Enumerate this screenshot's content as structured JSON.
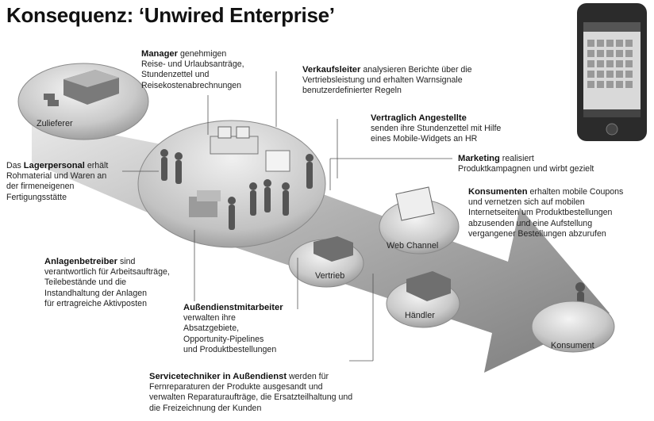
{
  "title": "Konsequenz: ‘Unwired Enterprise’",
  "node_labels": {
    "zulieferer": "Zulieferer",
    "web_channel": "Web Channel",
    "vertrieb": "Vertrieb",
    "haendler": "Händler",
    "konsument": "Konsument"
  },
  "callouts": {
    "manager": {
      "bold": "Manager",
      "first": " genehmigen",
      "lines": [
        "Reise- und Urlaubsanträge,",
        "Stundenzettel und",
        "Reisekostenabrechnungen"
      ]
    },
    "verkaufsleiter": {
      "bold": "Verkaufsleiter",
      "first": " analysieren Berichte über die",
      "lines": [
        "Vertriebsleistung und erhalten Warnsignale",
        "benutzerdefinierter Regeln"
      ]
    },
    "angestellte": {
      "bold": "Vertraglich Angestellte",
      "first": "",
      "lines": [
        "senden ihre Stundenzettel mit Hilfe",
        "eines Mobile-Widgets an HR"
      ]
    },
    "lager": {
      "pre": "Das ",
      "bold": "Lagerpersonal",
      "first": " erhält",
      "lines": [
        "Rohmaterial und Waren an",
        "der firmeneigenen",
        "Fertigungsstätte"
      ]
    },
    "marketing": {
      "bold": "Marketing",
      "first": " realisiert",
      "lines": [
        "Produktkampagnen und wirbt gezielt"
      ]
    },
    "konsumenten": {
      "bold": "Konsumenten",
      "first": " erhalten mobile Coupons",
      "lines": [
        "und vernetzen sich auf mobilen",
        "Internetseiten um Produktbestellungen",
        "abzusenden und eine Aufstellung",
        "vergangener Bestellungen abzurufen"
      ]
    },
    "anlagen": {
      "bold": "Anlagenbetreiber",
      "first": " sind",
      "lines": [
        "verantwortlich für Arbeitsaufträge,",
        "Teilebestände und die",
        "Instandhaltung der Anlagen",
        "für ertragreiche Aktivposten"
      ]
    },
    "aussendienst": {
      "bold": "Außendienstmitarbeiter",
      "first": "",
      "lines": [
        "verwalten ihre",
        "Absatzgebiete,",
        "Opportunity-Pipelines",
        "und Produktbestellungen"
      ]
    },
    "service": {
      "bold": "Servicetechniker in Außendienst",
      "first": " werden für",
      "lines": [
        "Fernreparaturen der Produkte ausgesandt und",
        "verwalten Reparaturaufträge, die Ersatzteilhaltung und",
        "die Freizeichnung der Kunden"
      ]
    }
  },
  "colors": {
    "arrow": "#9a9a9a",
    "disc": "#c4c4c4",
    "ink": "#222222"
  }
}
